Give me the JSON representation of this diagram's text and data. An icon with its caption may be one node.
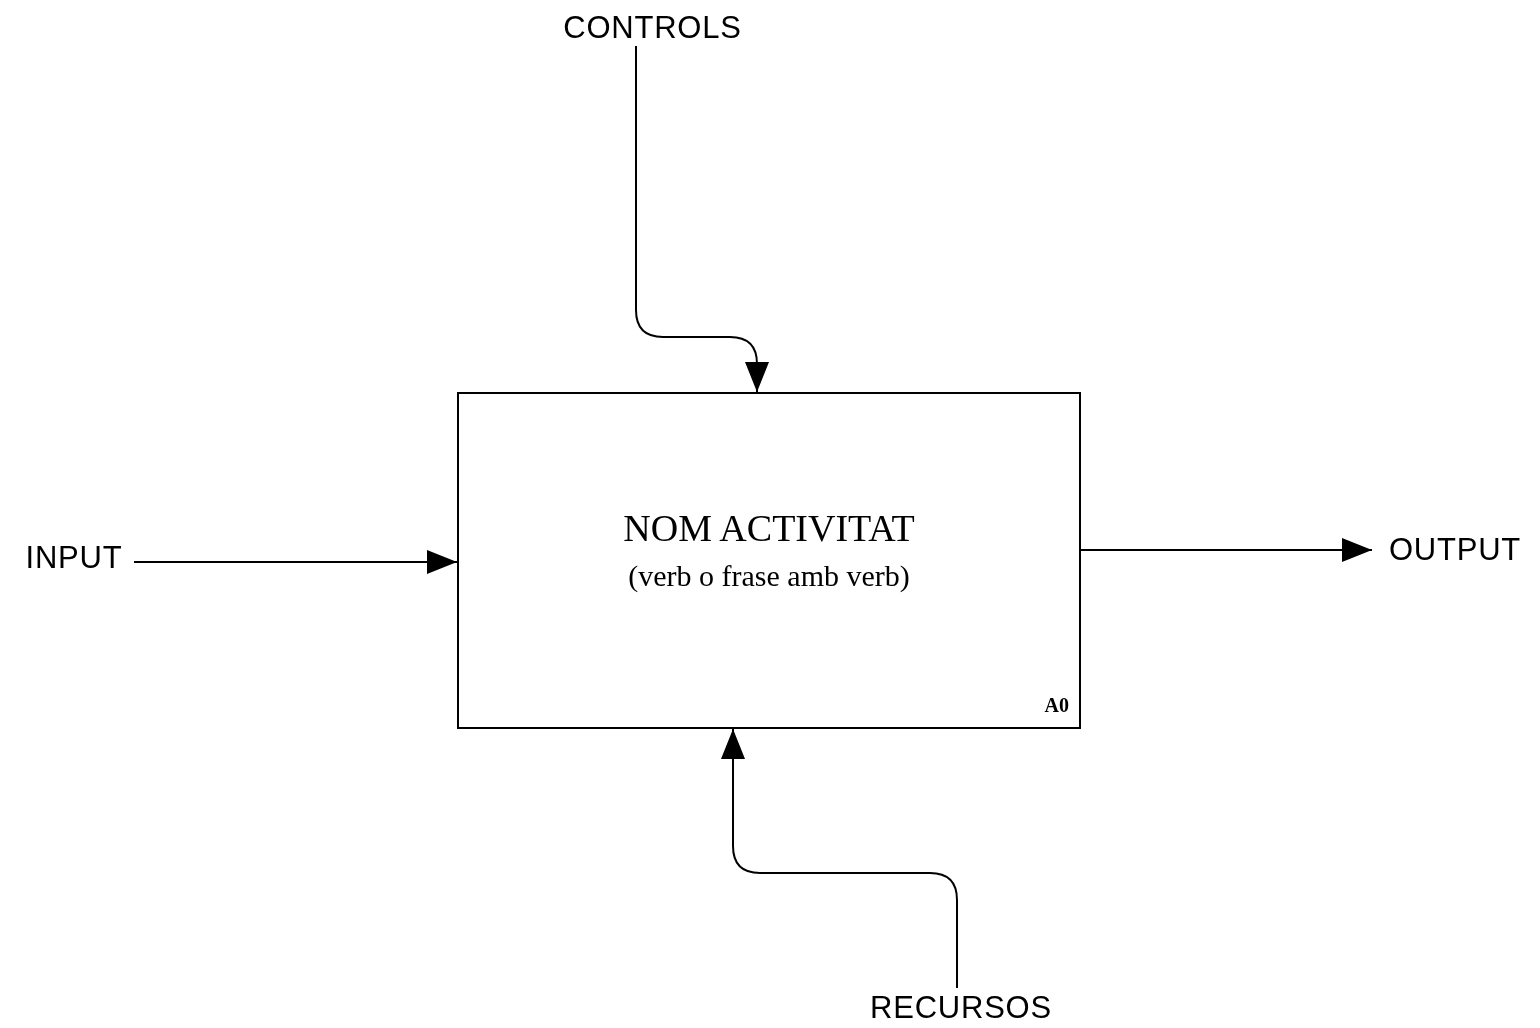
{
  "diagram": {
    "nodes": [
      {
        "text": [
          "CONTROLS"
        ]
      },
      {
        "text": [
          "INPUT"
        ]
      },
      {
        "text": [
          "NOM ACTIVITAT",
          "(verb o frase amb verb)",
          "A0"
        ]
      },
      {
        "text": [
          "OUTPUT"
        ]
      },
      {
        "text": [
          "RECURSOS"
        ]
      }
    ],
    "edges": [
      {
        "from": 0,
        "to": 2,
        "arrow": "to"
      },
      {
        "from": 1,
        "to": 2,
        "arrow": "to"
      },
      {
        "from": 2,
        "to": 3,
        "arrow": "to"
      },
      {
        "from": 4,
        "to": 2,
        "arrow": "to"
      }
    ]
  }
}
